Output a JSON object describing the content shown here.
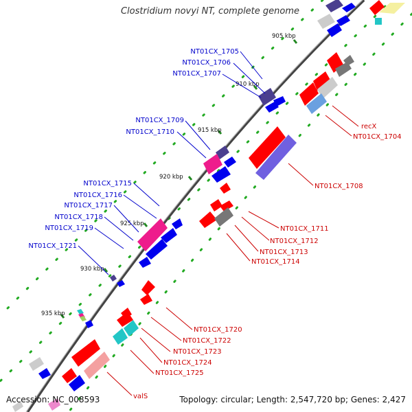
{
  "title": "Clostridium novyi NT, complete genome",
  "footer": {
    "accession": "Accession: NC_008593",
    "summary": "Topology: circular; Length: 2,547,720 bp; Genes: 2,427"
  },
  "ticks": [
    "905 kbp",
    "910 kbp",
    "915 kbp",
    "920 kbp",
    "925 kbp",
    "930 kbp",
    "935 kbp"
  ],
  "gene_labels_blue": [
    "NT01CX_1705",
    "NT01CX_1706",
    "NT01CX_1707",
    "NT01CX_1709",
    "NT01CX_1710",
    "NT01CX_1715",
    "NT01CX_1716",
    "NT01CX_1717",
    "NT01CX_1718",
    "NT01CX_1719",
    "NT01CX_1721"
  ],
  "gene_labels_red": [
    "recX",
    "NT01CX_1704",
    "NT01CX_1708",
    "NT01CX_1711",
    "NT01CX_1712",
    "NT01CX_1713",
    "NT01CX_1714",
    "NT01CX_1720",
    "NT01CX_1722",
    "NT01CX_1723",
    "NT01CX_1724",
    "NT01CX_1725",
    "valS"
  ],
  "colors": {
    "backbone": "#777777",
    "reverse_label": "#0000cc",
    "forward_label": "#cc0000",
    "red": "#ff0000",
    "blue": "#0000ee",
    "navy": "#4b3f8f",
    "magenta": "#ee1c8c",
    "cyan": "#22c6c6",
    "gray": "#777777",
    "lightgray": "#cccccc",
    "pink": "#f4a0a0",
    "purple": "#7060e0",
    "yellow": "#f5f0a0",
    "tick_green": "#228822"
  }
}
